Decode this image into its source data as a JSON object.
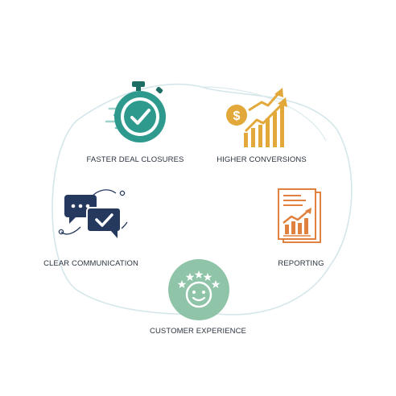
{
  "diagram": {
    "items": [
      {
        "label": "FASTER DEAL CLOSURES",
        "icon": "stopwatch-check-icon",
        "color": "#2e9a8e"
      },
      {
        "label": "HIGHER CONVERSIONS",
        "icon": "dollar-growth-chart-icon",
        "color": "#e2a83a"
      },
      {
        "label": "REPORTING",
        "icon": "report-document-icon",
        "color": "#e0813f"
      },
      {
        "label": "CUSTOMER EXPERIENCE",
        "icon": "smiley-stars-icon",
        "color": "#8fc4a8"
      },
      {
        "label": "CLEAR COMMUNICATION",
        "icon": "chat-bubbles-icon",
        "color": "#25395f"
      }
    ],
    "loop_color": "#d5e6ea"
  }
}
